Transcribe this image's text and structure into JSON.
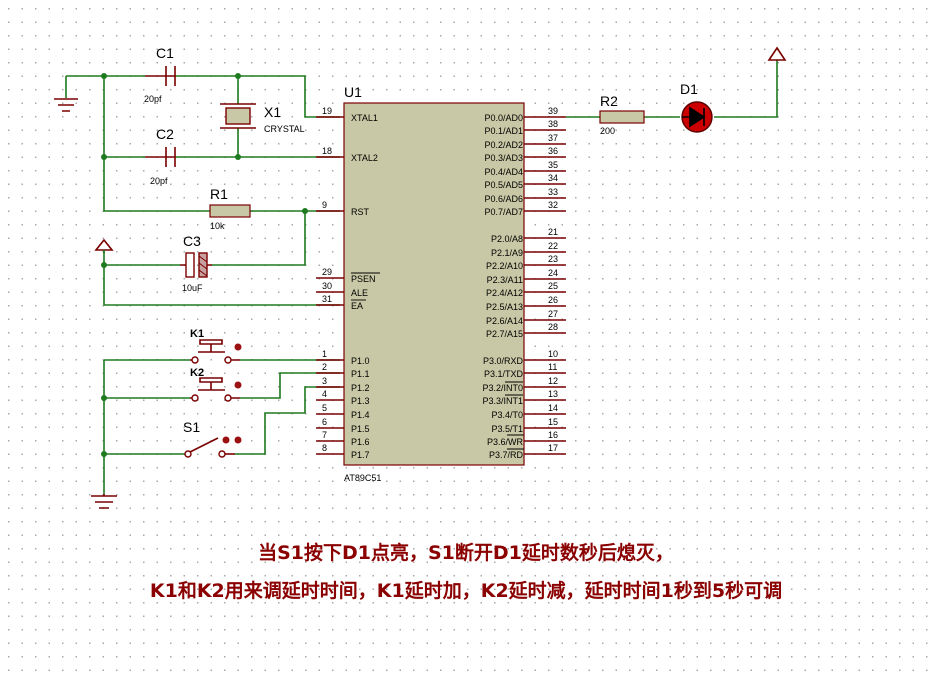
{
  "components": {
    "c1": {
      "ref": "C1",
      "value": "20pf"
    },
    "c2": {
      "ref": "C2",
      "value": "20pf"
    },
    "c3": {
      "ref": "C3",
      "value": "10uF"
    },
    "r1": {
      "ref": "R1",
      "value": "10k"
    },
    "r2": {
      "ref": "R2",
      "value": "200"
    },
    "x1": {
      "ref": "X1",
      "value": "CRYSTAL"
    },
    "d1": {
      "ref": "D1"
    },
    "k1": {
      "ref": "K1"
    },
    "k2": {
      "ref": "K2"
    },
    "s1": {
      "ref": "S1"
    },
    "u1": {
      "ref": "U1",
      "part": "AT89C51"
    }
  },
  "mcu": {
    "left_pins": [
      {
        "num": "19",
        "name": "XTAL1"
      },
      {
        "num": "18",
        "name": "XTAL2"
      },
      {
        "num": "9",
        "name": "RST"
      },
      {
        "num": "29",
        "name": "PSEN"
      },
      {
        "num": "30",
        "name": "ALE"
      },
      {
        "num": "31",
        "name": "EA"
      },
      {
        "num": "1",
        "name": "P1.0"
      },
      {
        "num": "2",
        "name": "P1.1"
      },
      {
        "num": "3",
        "name": "P1.2"
      },
      {
        "num": "4",
        "name": "P1.3"
      },
      {
        "num": "5",
        "name": "P1.4"
      },
      {
        "num": "6",
        "name": "P1.5"
      },
      {
        "num": "7",
        "name": "P1.6"
      },
      {
        "num": "8",
        "name": "P1.7"
      }
    ],
    "right_pins": [
      {
        "num": "39",
        "name": "P0.0/AD0"
      },
      {
        "num": "38",
        "name": "P0.1/AD1"
      },
      {
        "num": "37",
        "name": "P0.2/AD2"
      },
      {
        "num": "36",
        "name": "P0.3/AD3"
      },
      {
        "num": "35",
        "name": "P0.4/AD4"
      },
      {
        "num": "34",
        "name": "P0.5/AD5"
      },
      {
        "num": "33",
        "name": "P0.6/AD6"
      },
      {
        "num": "32",
        "name": "P0.7/AD7"
      },
      {
        "num": "21",
        "name": "P2.0/A8"
      },
      {
        "num": "22",
        "name": "P2.1/A9"
      },
      {
        "num": "23",
        "name": "P2.2/A10"
      },
      {
        "num": "24",
        "name": "P2.3/A11"
      },
      {
        "num": "25",
        "name": "P2.4/A12"
      },
      {
        "num": "26",
        "name": "P2.5/A13"
      },
      {
        "num": "27",
        "name": "P2.6/A14"
      },
      {
        "num": "28",
        "name": "P2.7/A15"
      },
      {
        "num": "10",
        "name": "P3.0/RXD"
      },
      {
        "num": "11",
        "name": "P3.1/TXD"
      },
      {
        "num": "12",
        "name": "P3.2/INT0"
      },
      {
        "num": "13",
        "name": "P3.3/INT1"
      },
      {
        "num": "14",
        "name": "P3.4/T0"
      },
      {
        "num": "15",
        "name": "P3.5/T1"
      },
      {
        "num": "16",
        "name": "P3.6/WR"
      },
      {
        "num": "17",
        "name": "P3.7/RD"
      }
    ]
  },
  "notes": {
    "line1": "当S1按下D1点亮，S1断开D1延时数秒后熄灭，",
    "line2": "K1和K2用来调延时时间，K1延时加，K2延时减，延时时间1秒到5秒可调"
  },
  "colors": {
    "wire": "#1e7a1e",
    "device": "#7a0000",
    "chip_fill": "#c8c8a6",
    "led_fill": "#cc0000",
    "note_text": "#8b0000"
  }
}
